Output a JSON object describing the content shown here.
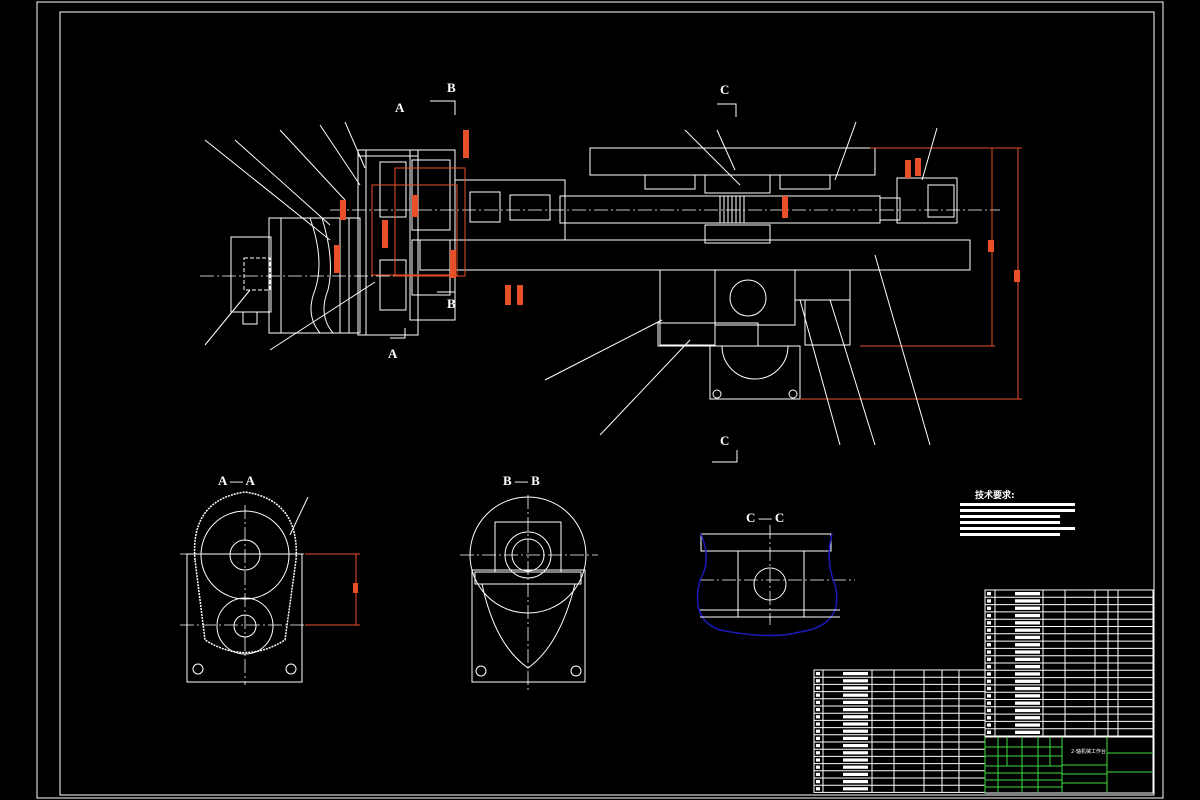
{
  "drawing": {
    "section_markers": {
      "a_top": "A",
      "a_bottom": "A",
      "b_top": "B",
      "b_bottom": "B",
      "c_top": "C",
      "c_bottom": "C"
    },
    "section_views": {
      "aa_title": "A — A",
      "bb_title": "B — B",
      "cc_title": "C — C"
    },
    "technical_requirements": {
      "heading": "技术要求:",
      "lines": [
        "1.",
        "2.",
        "3.",
        "4.",
        "5.",
        "6."
      ]
    },
    "title_block": {
      "drawing_name": "2-轴机械工作台"
    },
    "colors": {
      "background": "#000000",
      "geometry": "#ffffff",
      "dimension": "#e8502a",
      "title_block": "#3ddc3d",
      "break_line": "#1a1ab8"
    }
  }
}
